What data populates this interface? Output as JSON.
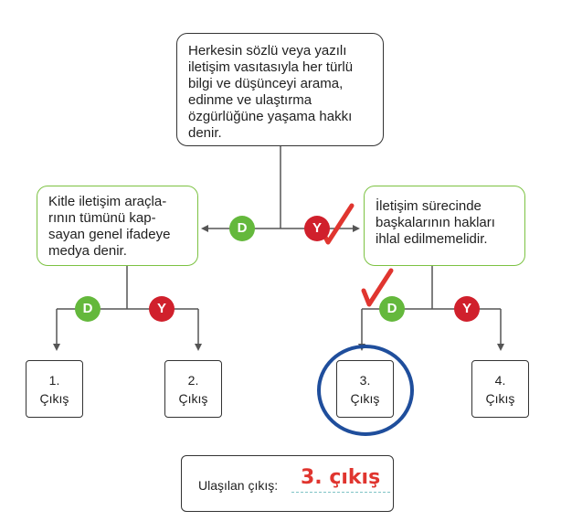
{
  "root_question": "Herkesin sözlü veya yazılı\niletişim vasıtasıyla her türlü\nbilgi ve düşünceyi arama,\nedinme ve ulaştırma\nözgürlüğüne yaşama hakkı\ndenir.",
  "left_question": "Kitle iletişim araçla-\nrının tümünü kap-\nsayan genel ifadeye\nmedya denir.",
  "right_question": "İletişim sürecinde\nbaşkalarının hakları\nihlal edilmemelidir.",
  "badges": {
    "true_letter": "D",
    "false_letter": "Y"
  },
  "exits": [
    "1.\nÇıkış",
    "2.\nÇıkış",
    "3.\nÇıkış",
    "4.\nÇıkış"
  ],
  "result": {
    "label": "Ulaşılan çıkış:",
    "answer": "3. çıkış"
  },
  "colors": {
    "true_badge": "#64b83c",
    "false_badge": "#d0202c",
    "green_border": "#7cc242",
    "annotation_red": "#e0352f",
    "annotation_blue": "#1f4e9c"
  },
  "annotations": {
    "checkmarks": [
      "check-icon",
      "check-icon"
    ],
    "circled_exit": 3
  }
}
